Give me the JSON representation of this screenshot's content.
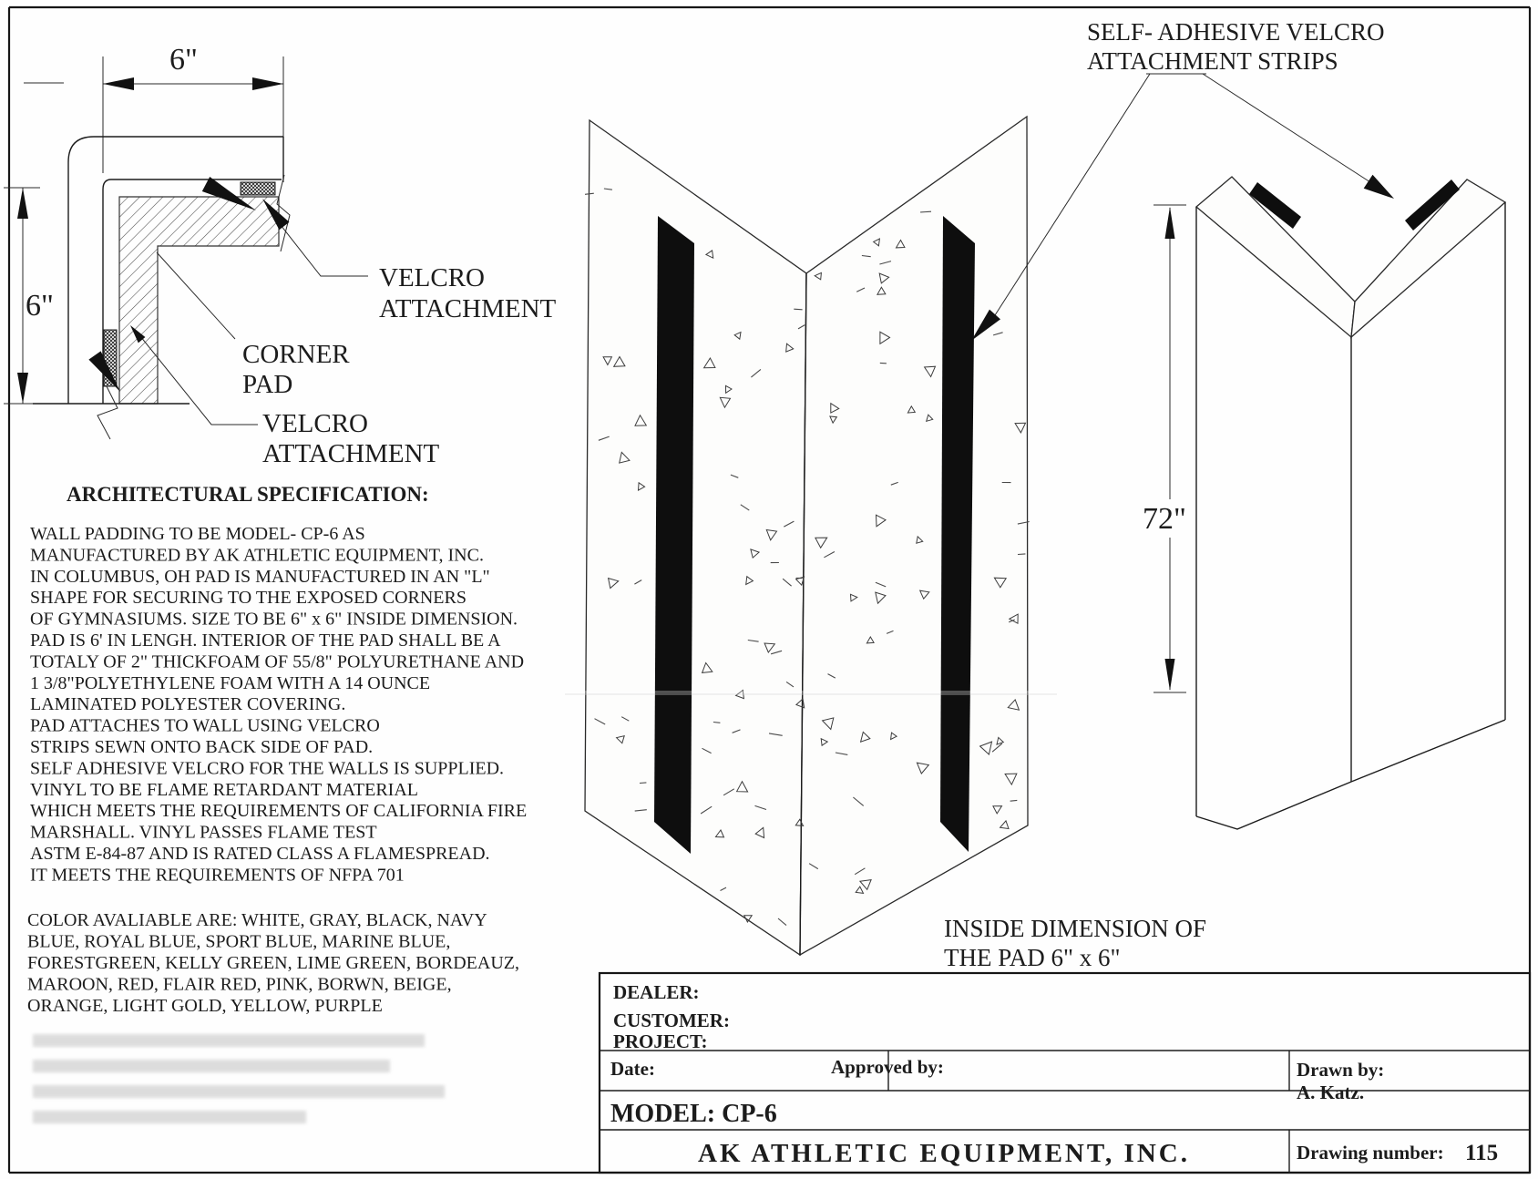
{
  "ink": "#1c1c1c",
  "cross_section": {
    "width_dim": "6\"",
    "height_dim": "6\"",
    "velcro_label_l1": "VELCRO",
    "velcro_label_l2": "ATTACHMENT",
    "corner_label_l1": "CORNER",
    "corner_label_l2": "PAD",
    "velcro2_label_l1": "VELCRO",
    "velcro2_label_l2": "ATTACHMENT"
  },
  "spec": {
    "heading": "ARCHITECTURAL SPECIFICATION:",
    "body_lines": [
      "WALL PADDING TO BE MODEL-  CP-6  AS",
      "MANUFACTURED BY AK ATHLETIC EQUIPMENT, INC.",
      "IN COLUMBUS, OH  PAD IS MANUFACTURED IN AN \"L\"",
      "SHAPE FOR SECURING TO THE EXPOSED CORNERS",
      "OF GYMNASIUMS.  SIZE TO BE 6\" x 6\" INSIDE DIMENSION.",
      "PAD IS 6' IN LENGH. INTERIOR OF THE PAD SHALL BE A",
      "TOTALY OF  2\" THICKFOAM OF 55/8\" POLYURETHANE AND",
      "1 3/8\"POLYETHYLENE FOAM  WITH A 14 OUNCE",
      "LAMINATED POLYESTER COVERING.",
      "PAD ATTACHES TO WALL USING VELCRO",
      "STRIPS SEWN ONTO BACK SIDE OF PAD.",
      "SELF ADHESIVE VELCRO FOR THE WALLS IS SUPPLIED.",
      "VINYL TO BE FLAME RETARDANT MATERIAL",
      "WHICH MEETS THE REQUIREMENTS OF CALIFORNIA FIRE",
      "MARSHALL. VINYL PASSES FLAME TEST",
      "ASTM E-84-87 AND IS RATED CLASS A FLAMESPREAD.",
      "IT MEETS THE REQUIREMENTS OF NFPA 701"
    ],
    "color_lines": [
      "COLOR AVALIABLE ARE: WHITE, GRAY, BLACK, NAVY",
      "BLUE, ROYAL BLUE, SPORT BLUE, MARINE BLUE,",
      "FORESTGREEN, KELLY GREEN, LIME GREEN, BORDEAUZ,",
      "MAROON, RED, FLAIR RED, PINK, BORWN, BEIGE,",
      "ORANGE, LIGHT GOLD, YELLOW, PURPLE"
    ]
  },
  "interior_view": {
    "caption_l1": "INSIDE DIMENSION OF",
    "caption_l2": "THE PAD 6\" x 6\""
  },
  "exterior_view": {
    "label_l1": "SELF- ADHESIVE VELCRO",
    "label_l2": "ATTACHMENT STRIPS",
    "length_dim": "72\""
  },
  "title_block": {
    "dealer_label": "DEALER:",
    "customer_label": "CUSTOMER:",
    "project_label": "PROJECT:",
    "date_label": "Date:",
    "approved_label": "Approved by:",
    "drawn_label": "Drawn by:",
    "drawn_value": "A. Katz.",
    "model": "MODEL: CP-6",
    "company": "AK ATHLETIC EQUIPMENT, INC.",
    "drawing_number_label": "Drawing number:",
    "drawing_number_value": "115"
  }
}
